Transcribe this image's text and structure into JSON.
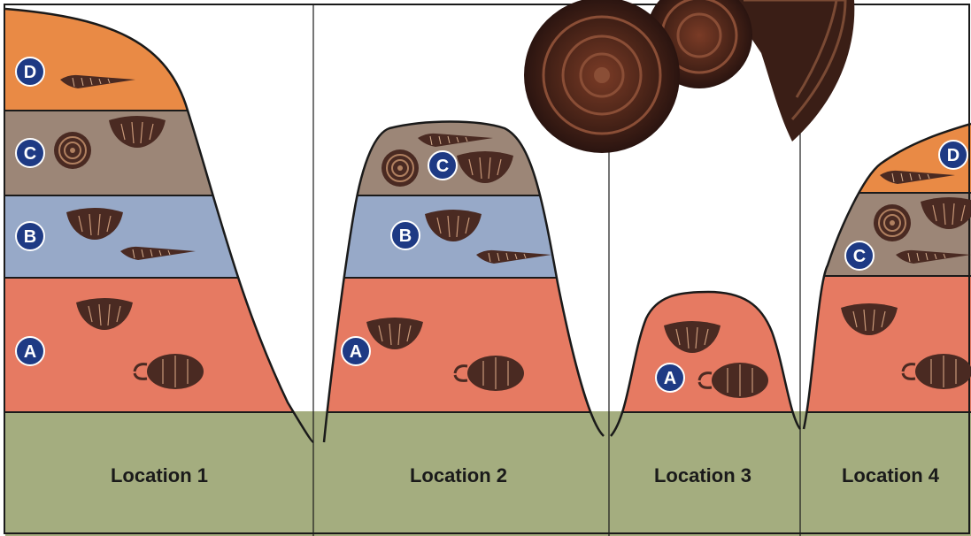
{
  "colors": {
    "background": "#ffffff",
    "ground": "#a4ad7f",
    "layer_A": "#e67a62",
    "layer_B": "#97a9c8",
    "layer_C": "#9c8677",
    "layer_D": "#e98a45",
    "badge": "#1e3a84",
    "fossil": "#4a2a22",
    "outline": "#1a1a1a"
  },
  "locations": [
    {
      "label": "Location 1",
      "layers": [
        "A",
        "B",
        "C",
        "D"
      ]
    },
    {
      "label": "Location 2",
      "layers": [
        "A",
        "B",
        "C"
      ]
    },
    {
      "label": "Location 3",
      "layers": [
        "A"
      ]
    },
    {
      "label": "Location 4",
      "layers": [
        "A",
        "C",
        "D"
      ]
    }
  ],
  "badges": {
    "loc1": {
      "D": "D",
      "C": "C",
      "B": "B",
      "A": "A"
    },
    "loc2": {
      "C": "C",
      "B": "B",
      "A": "A"
    },
    "loc3": {
      "A": "A"
    },
    "loc4": {
      "D": "D",
      "C": "C"
    }
  },
  "fossils": {
    "layer_A": [
      "trilobite-a-icon",
      "trilobite-b-icon"
    ],
    "layer_B": [
      "trilobite-a-icon",
      "gastropod-icon"
    ],
    "layer_C": [
      "ammonite-icon",
      "trilobite-a-icon",
      "gastropod-icon"
    ],
    "layer_D": [
      "gastropod-icon"
    ],
    "decoration": [
      "ammonite-photo-icon"
    ]
  }
}
